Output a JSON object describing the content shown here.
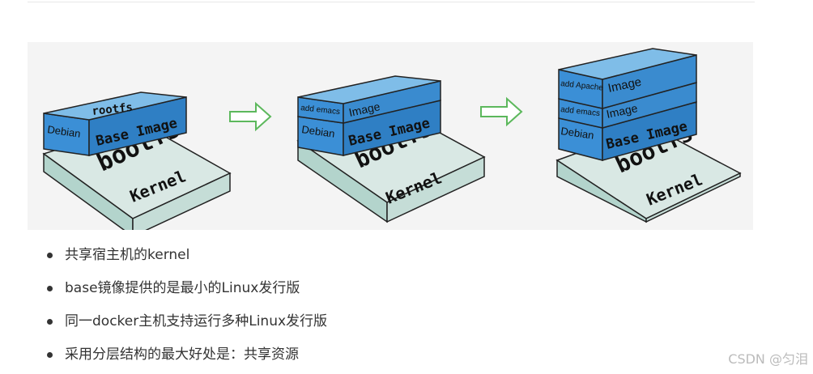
{
  "figure": {
    "stacks": [
      {
        "layers": {
          "top": "rootfs",
          "left": "Debian",
          "base": "Base Image",
          "boot": "bootfs",
          "kernel": "Kernel"
        }
      },
      {
        "layers": {
          "emacs": "add emacs",
          "emacs_image": "Image",
          "left": "Debian",
          "base": "Base Image",
          "boot": "bootfs",
          "kernel": "Kernel"
        }
      },
      {
        "layers": {
          "apache": "add Apache",
          "apache_image": "Image",
          "emacs": "add emacs",
          "emacs_image": "Image",
          "left": "Debian",
          "base": "Base Image",
          "boot": "bootfs",
          "kernel": "Kernel"
        }
      }
    ],
    "colors": {
      "blue": "#3b8fd6",
      "blue_dark": "#1f6fb0",
      "blue_top": "#7fbde8",
      "gray": "#b3d4cc",
      "gray_top": "#d9e8e4",
      "arrow": "#5cb85c"
    }
  },
  "bullets": [
    "共享宿主机的kernel",
    "base镜像提供的是最小的Linux发行版",
    "同一docker主机支持运行多种Linux发行版",
    "采用分层结构的最大好处是：共享资源"
  ],
  "watermark": "CSDN @匀泪"
}
